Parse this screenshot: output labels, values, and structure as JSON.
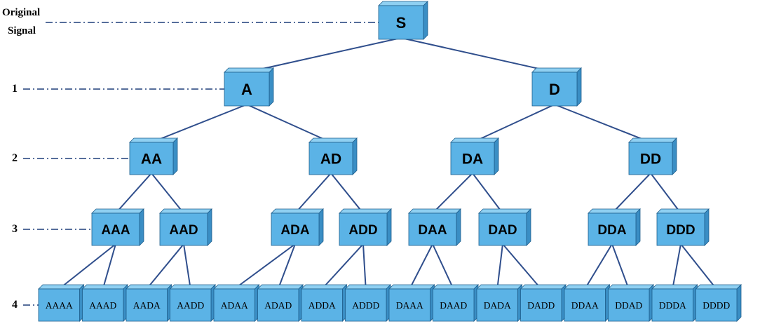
{
  "level_labels": {
    "original": [
      "Original",
      "Signal"
    ],
    "l1": "1",
    "l2": "2",
    "l3": "3",
    "l4": "4"
  },
  "nodes": {
    "root": "S",
    "level1": [
      "A",
      "D"
    ],
    "level2": [
      "AA",
      "AD",
      "DA",
      "DD"
    ],
    "level3": [
      "AAA",
      "AAD",
      "ADA",
      "ADD",
      "DAA",
      "DAD",
      "DDA",
      "DDD"
    ],
    "level4": [
      "AAAA",
      "AAAD",
      "AADA",
      "AADD",
      "ADAA",
      "ADAD",
      "ADDA",
      "ADDD",
      "DAAA",
      "DAAD",
      "DADA",
      "DADD",
      "DDAA",
      "DDAD",
      "DDDA",
      "DDDD"
    ]
  },
  "colors": {
    "node_fill": "#5BB3E6",
    "node_top": "#8FD0F2",
    "node_side": "#3A8EC4",
    "node_stroke": "#1E5E8C",
    "edge": "#2F4E8C",
    "guide": "#1F3F7A"
  }
}
